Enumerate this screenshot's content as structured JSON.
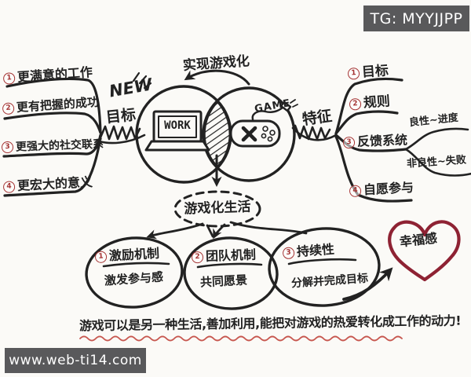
{
  "watermark": {
    "tg": "TG: MYYJJPP",
    "site": "www.web-ti14.com"
  },
  "venn": {
    "new_label": "NEW",
    "work_label": "WORK",
    "game_label": "GAME",
    "top_arrow_label": "实现游戏化"
  },
  "left_branch": {
    "label": "目标",
    "items": [
      {
        "num": "1",
        "text": "更满意的工作"
      },
      {
        "num": "2",
        "text": "更有把握的成功"
      },
      {
        "num": "3",
        "text": "更强大的社交联系"
      },
      {
        "num": "4",
        "text": "更宏大的意义"
      }
    ]
  },
  "right_branch": {
    "label": "特征",
    "items": [
      {
        "num": "1",
        "text": "目标"
      },
      {
        "num": "2",
        "text": "规则"
      },
      {
        "num": "3",
        "text": "反馈系统"
      },
      {
        "num": "4",
        "text": "自愿参与"
      }
    ],
    "feedback_children": [
      {
        "text": "良性~进度"
      },
      {
        "text": "非良性~失败"
      }
    ]
  },
  "hub": {
    "label": "游戏化生活"
  },
  "bubbles": [
    {
      "num": "1",
      "title": "激励机制",
      "subtitle": "激发参与感"
    },
    {
      "num": "2",
      "title": "团队机制",
      "subtitle": "共同愿景"
    },
    {
      "num": "3",
      "title": "持续性",
      "subtitle": "分解并完成目标"
    }
  ],
  "heart": {
    "label": "幸福感"
  },
  "quote": "游戏可以是另一种生活,善加利用,能把对游戏的热爱转化成工作的动力!",
  "colors": {
    "ink": "#222222",
    "red_badge": "#a53434",
    "heart_red": "#8e2233",
    "underline_red": "#c7574f",
    "watermark_bg": "#59595b",
    "background": "#fbfaf7"
  }
}
